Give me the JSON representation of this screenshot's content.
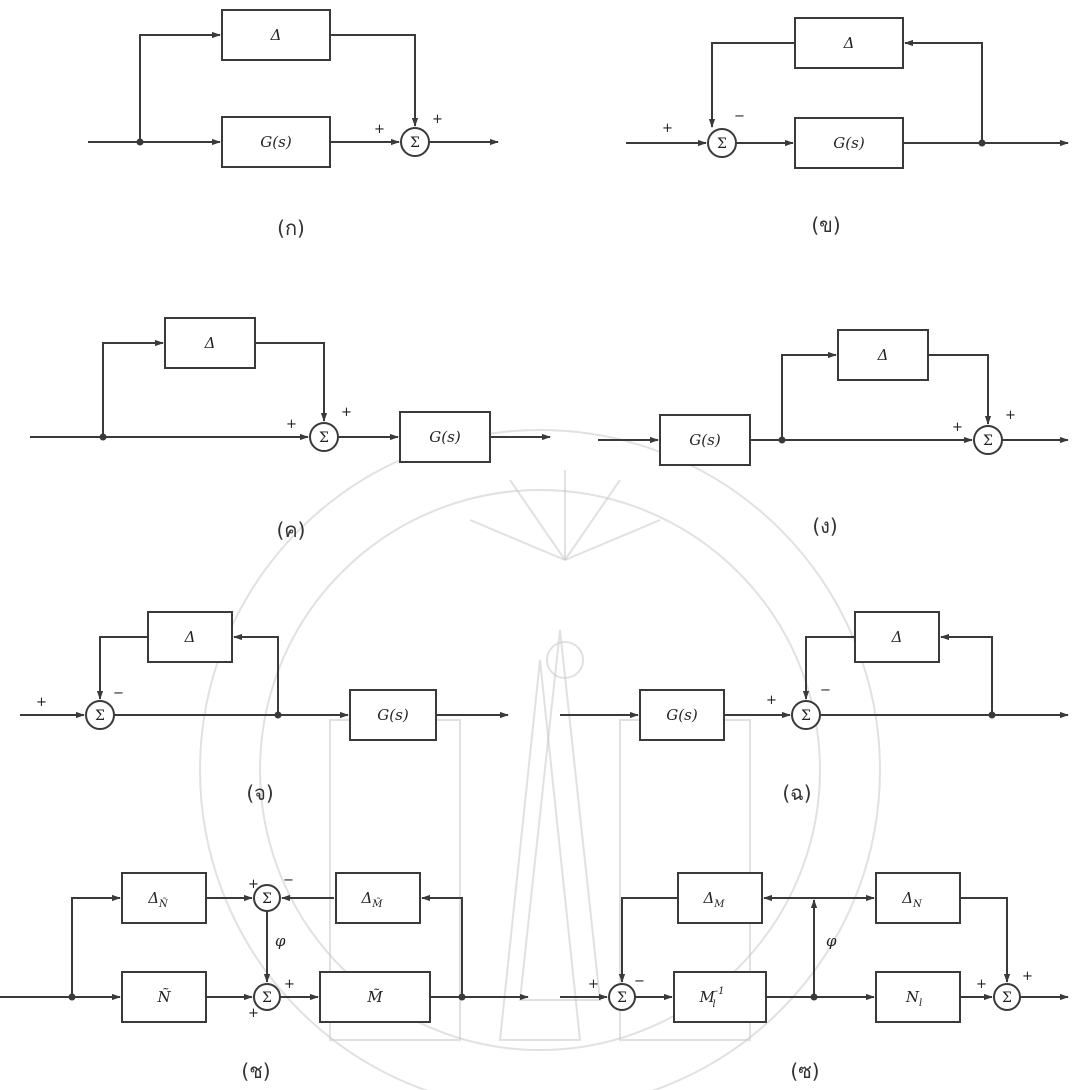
{
  "colors": {
    "line": "#3a3a3a",
    "watermark": "#c8c8c8",
    "background": "#ffffff"
  },
  "symbols": {
    "delta": "Δ",
    "sigma": "Σ",
    "g": "G(s)",
    "plus": "+",
    "minus": "−",
    "phi": "φ"
  },
  "captions": {
    "a": "(ก)",
    "b": "(ข)",
    "c": "(ค)",
    "d": "(ง)",
    "e": "(จ)",
    "f": "(ฉ)",
    "g": "(ช)",
    "h": "(ซ)"
  },
  "coprime_left": {
    "delta_n": "Δ",
    "delta_n_sub": "Ñ",
    "delta_m": "Δ",
    "delta_m_sub": "M̃",
    "n_block": "Ñ",
    "m_block": "M̃"
  },
  "coprime_right": {
    "delta_m": "Δ",
    "delta_m_sub": "M",
    "delta_n": "Δ",
    "delta_n_sub": "N",
    "m_inv_base": "M",
    "m_inv_sub": "l",
    "m_inv_sup": "-1",
    "n_base": "N",
    "n_sub": "l"
  }
}
